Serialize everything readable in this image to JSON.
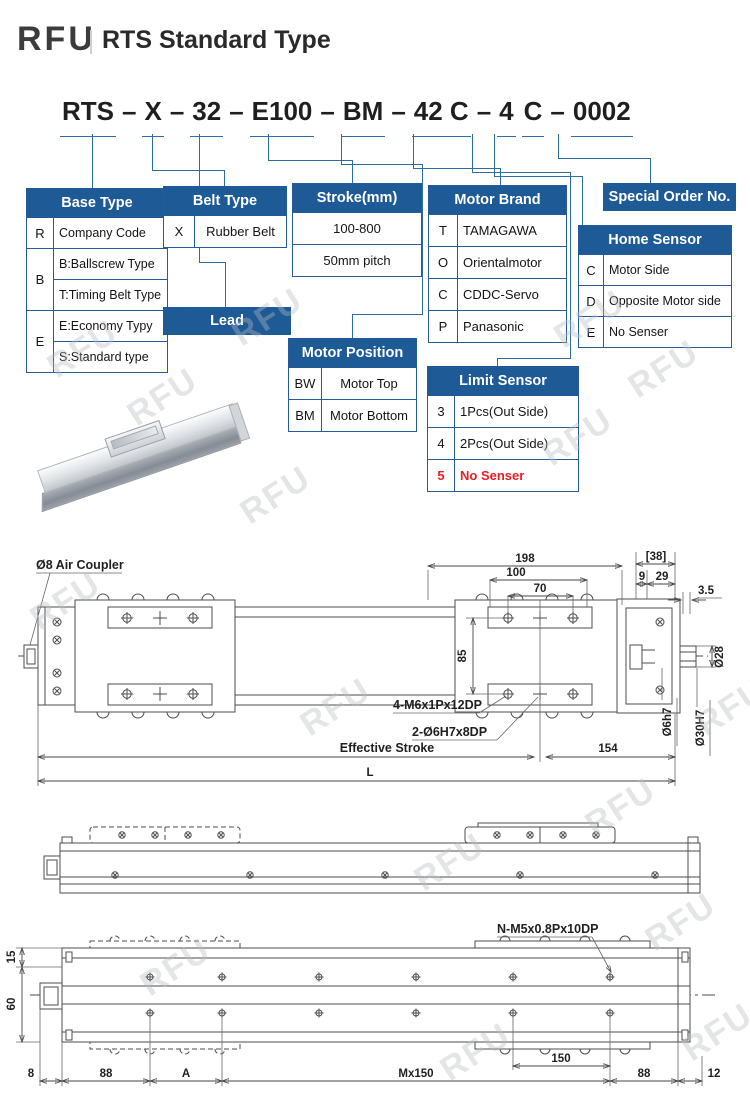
{
  "header": {
    "logo": "RFU",
    "title": "RTS Standard Type"
  },
  "model_code": {
    "parts": [
      {
        "text": "RTS"
      },
      {
        "text": "–"
      },
      {
        "text": "X"
      },
      {
        "text": "–"
      },
      {
        "text": "32"
      },
      {
        "text": "–"
      },
      {
        "text": "E100"
      },
      {
        "text": "–"
      },
      {
        "text": "BM"
      },
      {
        "text": "–"
      },
      {
        "text": "42 C"
      },
      {
        "text": "–"
      },
      {
        "text": "4"
      },
      {
        "text": "C"
      },
      {
        "text": "–"
      },
      {
        "text": "0002"
      }
    ]
  },
  "tables": {
    "base_type": {
      "title": "Base Type",
      "rows": [
        {
          "key": "R",
          "values": [
            "Company Code"
          ]
        },
        {
          "key": "B",
          "values": [
            "B:Ballscrew Type",
            "T:Timing Belt Type"
          ]
        },
        {
          "key": "E",
          "values": [
            "E:Economy Typy",
            "S:Standard type"
          ]
        }
      ]
    },
    "belt_type": {
      "title": "Belt Type",
      "rows": [
        {
          "key": "X",
          "value": "Rubber Belt"
        }
      ]
    },
    "lead": {
      "title": "Lead"
    },
    "stroke": {
      "title": "Stroke(mm)",
      "rows": [
        "100-800",
        "50mm pitch"
      ]
    },
    "motor_position": {
      "title": "Motor Position",
      "rows": [
        {
          "key": "BW",
          "value": "Motor Top"
        },
        {
          "key": "BM",
          "value": "Motor Bottom"
        }
      ]
    },
    "motor_brand": {
      "title": "Motor Brand",
      "rows": [
        {
          "key": "T",
          "value": "TAMAGAWA"
        },
        {
          "key": "O",
          "value": "Orientalmotor"
        },
        {
          "key": "C",
          "value": "CDDC-Servo"
        },
        {
          "key": "P",
          "value": "Panasonic"
        }
      ]
    },
    "limit_sensor": {
      "title": "Limit Sensor",
      "rows": [
        {
          "key": "3",
          "value": "1Pcs(Out Side)"
        },
        {
          "key": "4",
          "value": "2Pcs(Out Side)"
        },
        {
          "key": "5",
          "value": "No Senser"
        }
      ]
    },
    "special_order": {
      "title": "Special Order No."
    },
    "home_sensor": {
      "title": "Home Sensor",
      "rows": [
        {
          "key": "C",
          "value": "Motor Side"
        },
        {
          "key": "D",
          "value": "Opposite Motor side"
        },
        {
          "key": "E",
          "value": "No Senser"
        }
      ]
    }
  },
  "colors": {
    "header_blue": "#1E5A96",
    "connector_blue": "#2E6DA4",
    "alert_red": "#ED1C24"
  },
  "drawing_top_view": {
    "air_coupler_label": "Ø8 Air Coupler",
    "dim_198": "198",
    "dim_100": "100",
    "dim_70": "70",
    "dim_38": "[38]",
    "dim_9": "9",
    "dim_29": "29",
    "dim_3_5": "3.5",
    "dim_85": "85",
    "dim_o28": "Ø28",
    "dim_o6h7": "Ø6h7",
    "dim_o30h7": "Ø30H7",
    "dim_154": "154",
    "label_m6": "4-M6x1Px12DP",
    "label_o6h7_8dp": "2-Ø6H7x8DP",
    "label_effective_stroke": "Effective Stroke",
    "label_L": "L"
  },
  "drawing_bottom_view": {
    "label_n_m5": "N-M5x0.8Px10DP",
    "dim_15": "15",
    "dim_60": "60",
    "dim_8": "8",
    "dim_88_left": "88",
    "dim_A": "A",
    "dim_mx150": "Mx150",
    "dim_150": "150",
    "dim_88_right": "88",
    "dim_12": "12"
  },
  "watermark": {
    "text": "RFU"
  }
}
